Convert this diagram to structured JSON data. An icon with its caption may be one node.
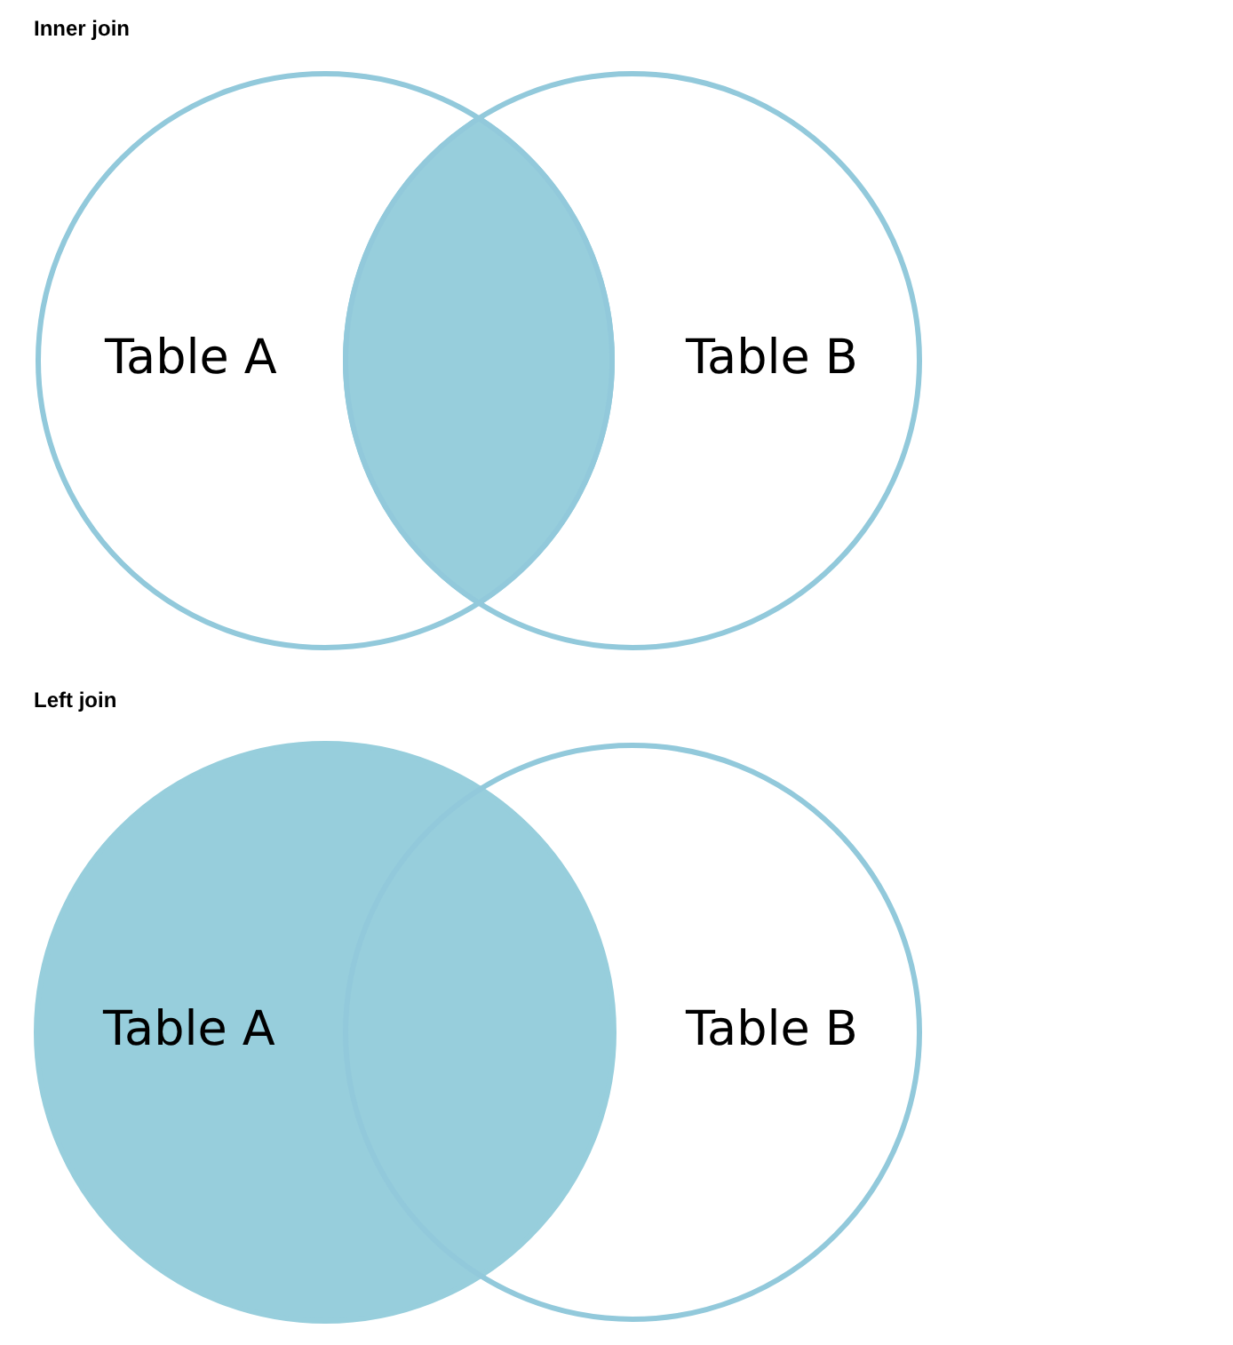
{
  "diagram": {
    "nodes": [
      {
        "text": [
          "Table A"
        ]
      },
      {
        "text": [],
        "shape": "lens"
      },
      {
        "text": [
          "Table B"
        ]
      },
      {
        "text": [
          "Table A"
        ]
      },
      {
        "text": [
          "Table B"
        ]
      }
    ],
    "labels": [
      "Inner join",
      "Left join"
    ]
  }
}
